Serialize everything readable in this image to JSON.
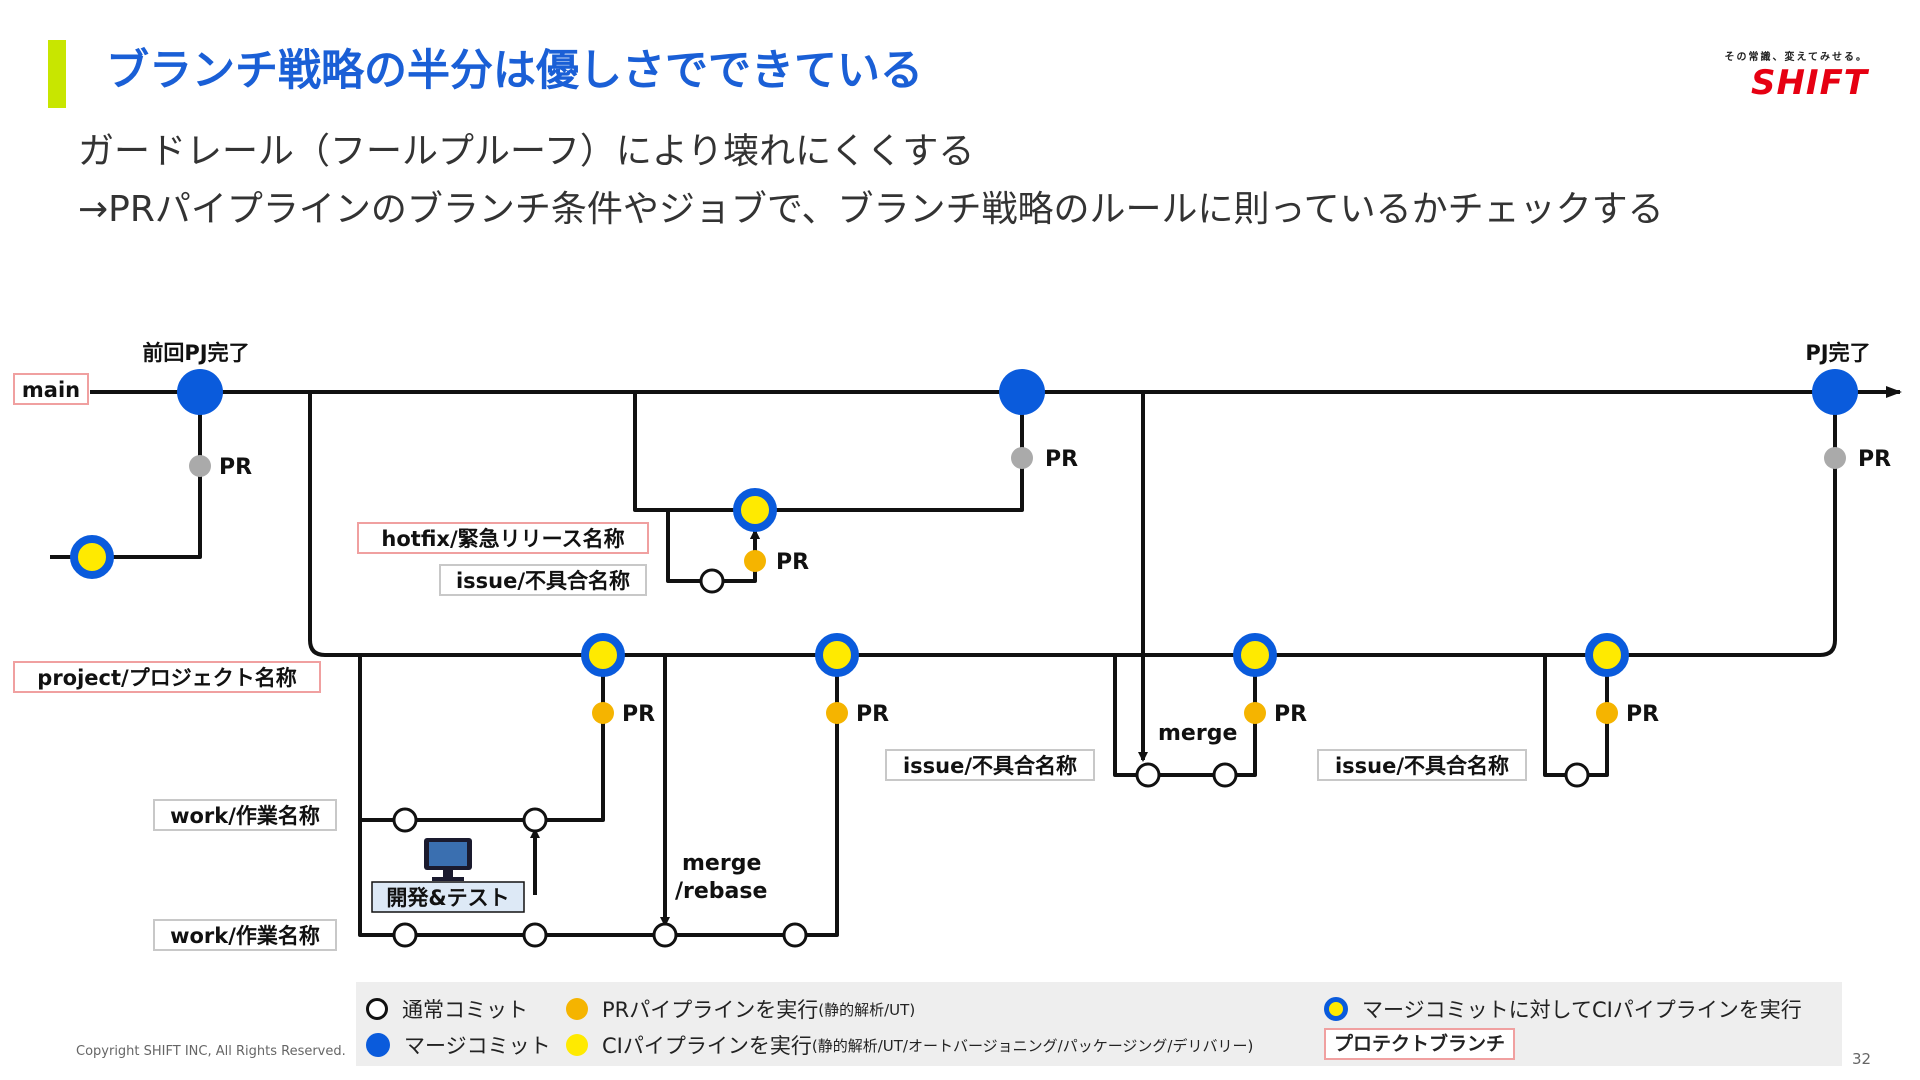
{
  "header": {
    "title": "ブランチ戦略の半分は優しさでできている",
    "subtitle_1": "ガードレール（フールプルーフ）により壊れにくくする",
    "subtitle_2": "→PRパイプラインのブランチ条件やジョブで、ブランチ戦略のルールに則っているかチェックする"
  },
  "logo": {
    "tagline": "その常識、変えてみせる。",
    "wordmark": "SHIFT"
  },
  "diagram": {
    "branches": {
      "main": "main",
      "hotfix": "hotfix/緊急リリース名称",
      "issue_hotfix": "issue/不具合名称",
      "project": "project/プロジェクト名称",
      "issue_1": "issue/不具合名称",
      "issue_2": "issue/不具合名称",
      "work_1": "work/作業名称",
      "work_2": "work/作業名称"
    },
    "milestones": {
      "start": "前回PJ完了",
      "end": "PJ完了"
    },
    "pr_label": "PR",
    "merge_label": "merge",
    "merge_rebase_label_1": "merge",
    "merge_rebase_label_2": "/rebase",
    "dev_test_label": "開発&テスト",
    "computer_icon": "monitor-icon"
  },
  "legend": {
    "normal_commit": "通常コミット",
    "merge_commit": "マージコミット",
    "pr_pipeline": "PRパイプラインを実行",
    "pr_pipeline_note": "(静的解析/UT)",
    "ci_pipeline": "CIパイプラインを実行",
    "ci_pipeline_note": "(静的解析/UT/オートバージョニング/パッケージング/デリバリー)",
    "merge_ci": "マージコミットに対してCIパイプラインを実行",
    "protected_branch": "プロテクトブランチ"
  },
  "colors": {
    "title": "#1a5fd6",
    "accent_bar": "#c8e600",
    "merge_commit": "#0a5bdc",
    "pr_pipeline": "#f5b400",
    "ci_pipeline": "#ffea00",
    "pr_pending": "#aaaaaa",
    "protected_border": "#f0a0a0",
    "logo": "#e60012"
  },
  "footer": {
    "copyright": "Copyright SHIFT INC, All Rights Reserved.",
    "page_number": "32"
  }
}
